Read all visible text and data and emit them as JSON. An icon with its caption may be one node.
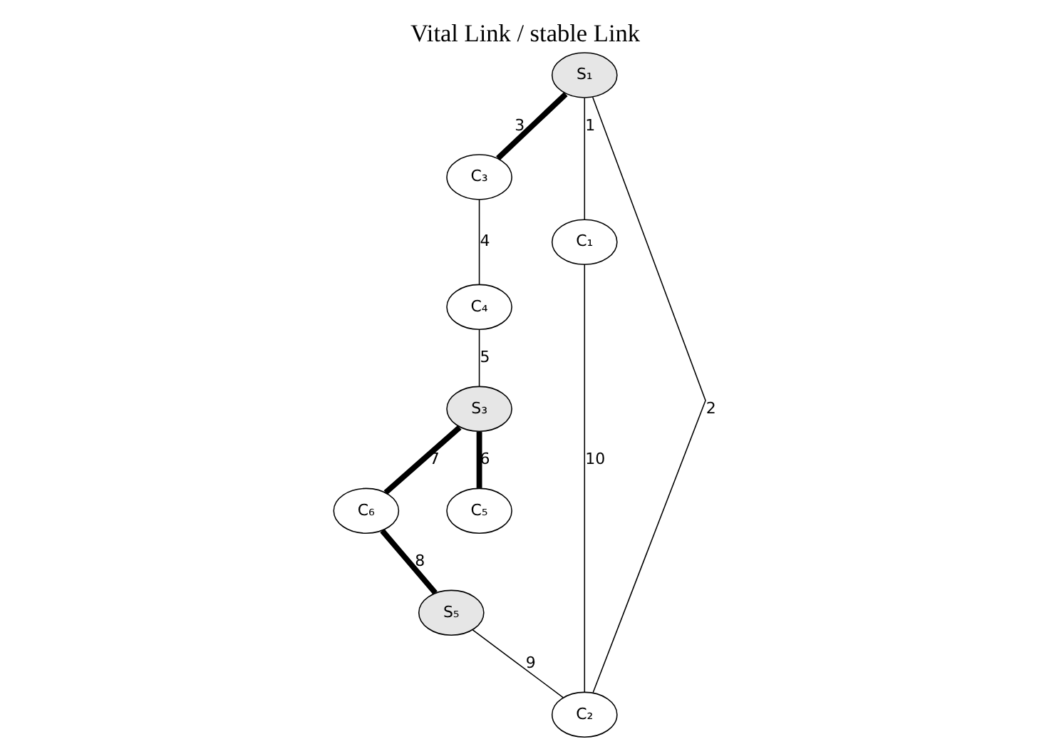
{
  "diagram": {
    "title": "Vital Link / stable Link",
    "nodes": [
      {
        "text": [
          "S₁"
        ]
      },
      {
        "text": [
          "C₃"
        ]
      },
      {
        "text": [
          "C₄"
        ]
      },
      {
        "text": [
          "S₃"
        ]
      },
      {
        "text": [
          "C₆"
        ]
      },
      {
        "text": [
          "S₅"
        ]
      },
      {
        "text": [
          "C₅"
        ]
      },
      {
        "text": [
          "C₁"
        ]
      },
      {
        "text": [
          "C₂"
        ]
      }
    ],
    "edges": [
      {
        "from": 0,
        "to": 7,
        "arrow": "none",
        "label": "1"
      },
      {
        "from": 0,
        "to": 8,
        "arrow": "none",
        "label": "2"
      },
      {
        "from": 0,
        "to": 1,
        "arrow": "none",
        "label": "3",
        "style": "thick"
      },
      {
        "from": 1,
        "to": 2,
        "arrow": "none",
        "label": "4"
      },
      {
        "from": 2,
        "to": 3,
        "arrow": "none",
        "label": "5"
      },
      {
        "from": 3,
        "to": 6,
        "arrow": "none",
        "label": "6",
        "style": "thick"
      },
      {
        "from": 3,
        "to": 4,
        "arrow": "none",
        "label": "7",
        "style": "thick"
      },
      {
        "from": 4,
        "to": 5,
        "arrow": "none",
        "label": "8",
        "style": "thick"
      },
      {
        "from": 5,
        "to": 8,
        "arrow": "none",
        "label": "9"
      },
      {
        "from": 7,
        "to": 8,
        "arrow": "none",
        "label": "10"
      }
    ]
  }
}
